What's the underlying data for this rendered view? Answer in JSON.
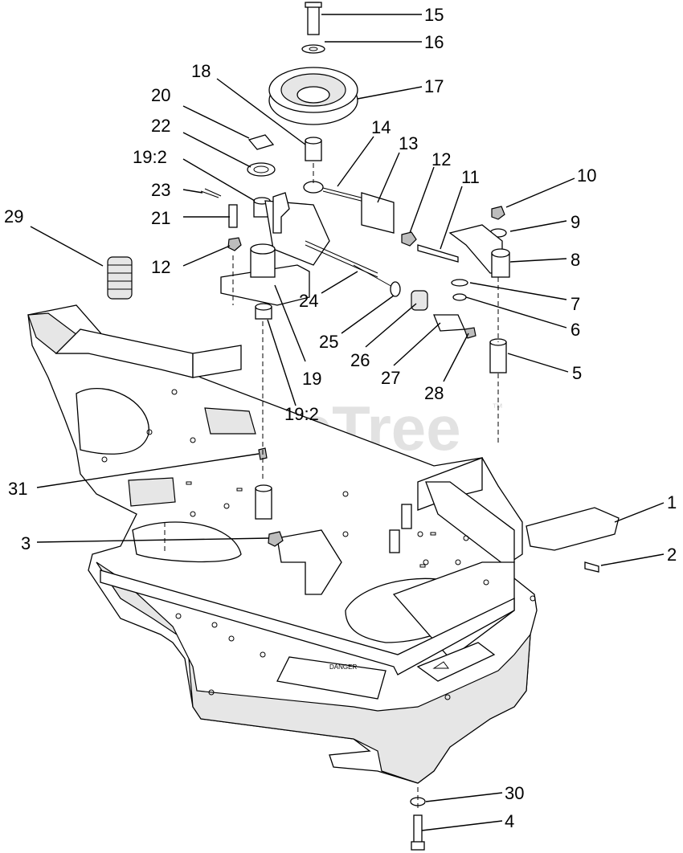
{
  "diagram": {
    "watermark": "PartsTree",
    "trademark": "™",
    "decal_text": "DANGER",
    "callouts": [
      {
        "id": "c15",
        "label": "15"
      },
      {
        "id": "c16",
        "label": "16"
      },
      {
        "id": "c17",
        "label": "17"
      },
      {
        "id": "c18",
        "label": "18"
      },
      {
        "id": "c20",
        "label": "20"
      },
      {
        "id": "c22",
        "label": "22"
      },
      {
        "id": "c19a",
        "label": "19:2"
      },
      {
        "id": "c23",
        "label": "23"
      },
      {
        "id": "c21",
        "label": "21"
      },
      {
        "id": "c29",
        "label": "29"
      },
      {
        "id": "c12a",
        "label": "12"
      },
      {
        "id": "c14",
        "label": "14"
      },
      {
        "id": "c13",
        "label": "13"
      },
      {
        "id": "c12b",
        "label": "12"
      },
      {
        "id": "c11",
        "label": "11"
      },
      {
        "id": "c10",
        "label": "10"
      },
      {
        "id": "c9",
        "label": "9"
      },
      {
        "id": "c8",
        "label": "8"
      },
      {
        "id": "c7",
        "label": "7"
      },
      {
        "id": "c6",
        "label": "6"
      },
      {
        "id": "c5",
        "label": "5"
      },
      {
        "id": "c24",
        "label": "24"
      },
      {
        "id": "c25",
        "label": "25"
      },
      {
        "id": "c26",
        "label": "26"
      },
      {
        "id": "c27",
        "label": "27"
      },
      {
        "id": "c28",
        "label": "28"
      },
      {
        "id": "c19",
        "label": "19"
      },
      {
        "id": "c19b",
        "label": "19:2"
      },
      {
        "id": "c31",
        "label": "31"
      },
      {
        "id": "c1",
        "label": "1"
      },
      {
        "id": "c2",
        "label": "2"
      },
      {
        "id": "c3",
        "label": "3"
      },
      {
        "id": "c30",
        "label": "30"
      },
      {
        "id": "c4",
        "label": "4"
      }
    ]
  }
}
